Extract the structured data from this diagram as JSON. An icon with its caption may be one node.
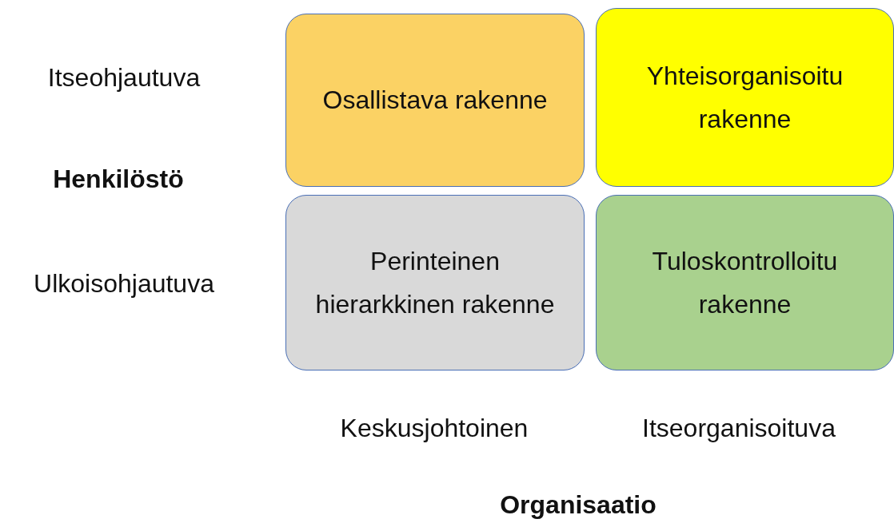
{
  "diagram": {
    "nodes": [
      {
        "text": [
          "Osallistava rakenne"
        ]
      },
      {
        "text": [
          "Yhteisorganisoitu rakenne"
        ]
      },
      {
        "text": [
          "Perinteinen hierarkkinen rakenne"
        ]
      },
      {
        "text": [
          "Tuloskontrolloitu rakenne"
        ]
      }
    ],
    "labels": [
      "Itseohjautuva",
      "Henkilöstö",
      "Ulkoisohjautuva",
      "Keskusjohtoinen",
      "Itseorganisoituva",
      "Organisaatio"
    ]
  }
}
